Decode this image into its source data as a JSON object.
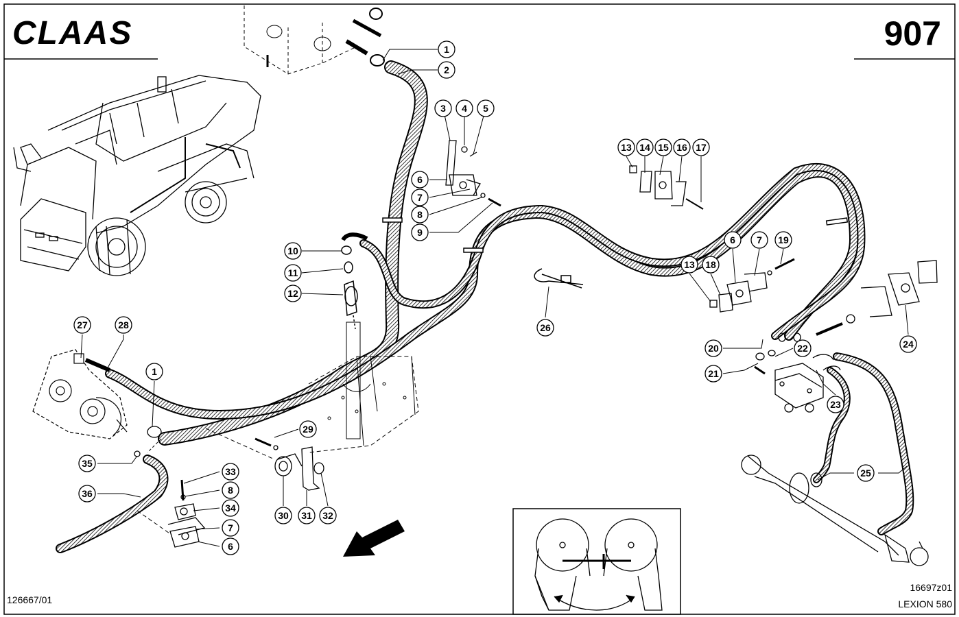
{
  "header": {
    "brand": "CLAAS",
    "page_number": "907"
  },
  "footer": {
    "ref_left": "126667/01",
    "drawing_id": "16697z01",
    "model": "LEXION 580"
  },
  "callouts": {
    "c1a": "1",
    "c2": "2",
    "c3": "3",
    "c4": "4",
    "c5": "5",
    "c6a": "6",
    "c7a": "7",
    "c8a": "8",
    "c9": "9",
    "c10": "10",
    "c11": "11",
    "c12": "12",
    "c13a": "13",
    "c14": "14",
    "c15": "15",
    "c16": "16",
    "c17": "17",
    "c6b": "6",
    "c7b": "7",
    "c19": "19",
    "c13b": "13",
    "c18": "18",
    "c26": "26",
    "c20": "20",
    "c22": "22",
    "c21": "21",
    "c23": "23",
    "c24": "24",
    "c27": "27",
    "c28": "28",
    "c1b": "1",
    "c29": "29",
    "c35": "35",
    "c36": "36",
    "c33": "33",
    "c8b": "8",
    "c34": "34",
    "c7c": "7",
    "c6c": "6",
    "c30": "30",
    "c31": "31",
    "c32": "32",
    "c25": "25"
  }
}
